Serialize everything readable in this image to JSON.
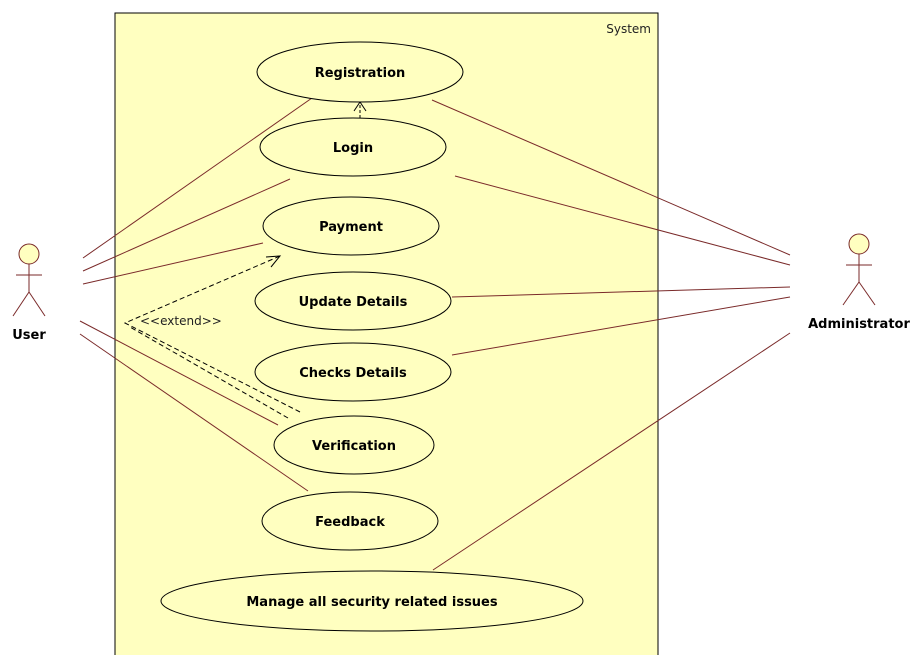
{
  "system": {
    "label": "System"
  },
  "actors": {
    "user": "User",
    "administrator": "Administrator"
  },
  "use_cases": {
    "registration": "Registration",
    "login": "Login",
    "payment": "Payment",
    "update_details": "Update Details",
    "checks_details": "Checks Details",
    "verification": "Verification",
    "feedback": "Feedback",
    "manage_security": "Manage all security related issues"
  },
  "stereotype": {
    "extend": "<<extend>>"
  },
  "colors": {
    "boundary_fill": "#ffffc0",
    "usecase_fill": "#ffffc0",
    "actor_fill": "#ffffc0",
    "line": "#7a2a2a",
    "outline": "#000000"
  }
}
